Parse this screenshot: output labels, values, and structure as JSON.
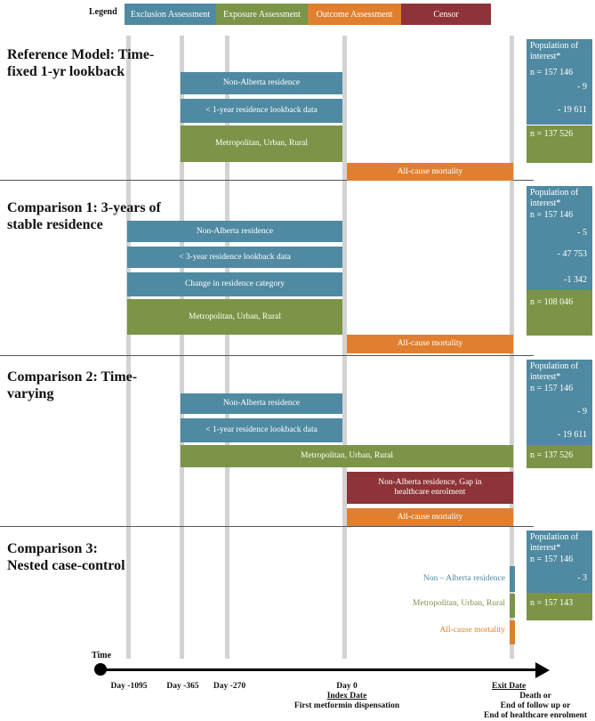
{
  "legend": {
    "label": "Legend",
    "exclusion": "Exclusion Assessment",
    "exposure": "Exposure Assessment",
    "outcome": "Outcome Assessment",
    "censor": "Censor",
    "colors": {
      "exclusion": "#4f8aa2",
      "exposure": "#7b9447",
      "outcome": "#e07f2f",
      "censor": "#8e3337"
    }
  },
  "sections": {
    "ref": {
      "title": "Reference Model: Time-fixed 1-yr lookback",
      "bars": {
        "b1": "Non-Alberta residence",
        "b2": "< 1-year residence lookback data",
        "b3": "Metropolitan, Urban, Rural",
        "b4": "All-cause mortality"
      },
      "pop": {
        "head": "Population of interest*",
        "n": "n = 157 146",
        "e1": "- 9",
        "e2": "- 19 611",
        "final": "n = 137 526"
      }
    },
    "c1": {
      "title": "Comparison 1: 3-years of stable residence",
      "bars": {
        "b1": "Non-Alberta residence",
        "b2": "< 3-year residence lookback data",
        "b3": "Change in residence category",
        "b4": "Metropolitan, Urban, Rural",
        "b5": "All-cause mortality"
      },
      "pop": {
        "head": "Population of interest*",
        "n": "n = 157 146",
        "e1": "- 5",
        "e2": "- 47 753",
        "e3": "-1 342",
        "final": "n = 108 046"
      }
    },
    "c2": {
      "title": "Comparison 2: Time-varying",
      "bars": {
        "b1": "Non-Alberta residence",
        "b2": "< 1-year residence lookback data",
        "b3": "Metropolitan, Urban, Rural",
        "b4": "Non-Alberta residence, Gap in healthcare enrolment",
        "b5": "All-cause mortality"
      },
      "pop": {
        "head": "Population of interest*",
        "n": "n = 157 146",
        "e1": "- 9",
        "e2": "- 19 611",
        "final": "n = 137 526"
      }
    },
    "c3": {
      "title": "Comparison 3: Nested case-control",
      "rows": {
        "r1": "Non – Alberta residence",
        "r2": "Metropolitan, Urban, Rural",
        "r3": "All-cause mortality"
      },
      "pop": {
        "head": "Population of interest*",
        "n": "n = 157 146",
        "e1": "- 3",
        "final": "n = 157 143"
      }
    }
  },
  "axis": {
    "time": "Time",
    "d1095": "Day -1095",
    "d365": "Day -365",
    "d270": "Day -270",
    "d0": "Day 0",
    "index": "Index Date",
    "first": "First metformin dispensation",
    "exit": "Exit Date",
    "exit2": "Death or",
    "exit3": "End of follow up or",
    "exit4": "End of healthcare enrolment"
  }
}
